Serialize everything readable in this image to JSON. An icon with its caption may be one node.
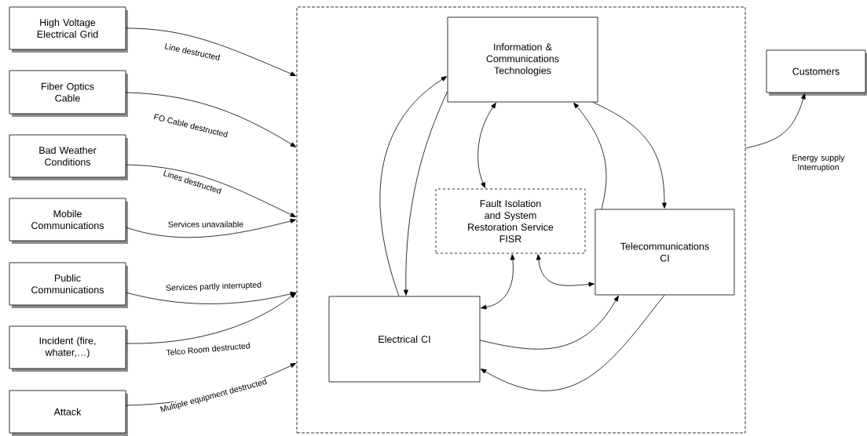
{
  "diagram": {
    "nodes": [
      {
        "text": [
          "High Voltage Electrical Grid"
        ]
      },
      {
        "text": [
          "Fiber Optics Cable"
        ]
      },
      {
        "text": [
          "Bad Weather Conditions"
        ]
      },
      {
        "text": [
          "Mobile Communications"
        ]
      },
      {
        "text": [
          "Public Communications"
        ]
      },
      {
        "text": [
          "Incident (fire, whater,…)"
        ]
      },
      {
        "text": [
          "Attack"
        ]
      },
      {
        "text": [],
        "shape": "box"
      },
      {
        "text": [
          "Information & Communications Technologies"
        ],
        "in": 7
      },
      {
        "text": [
          "Fault Isolation and System Restoration Service",
          "FISR"
        ],
        "in": 7
      },
      {
        "text": [
          "Telecommunications CI"
        ],
        "in": 7
      },
      {
        "text": [
          "Electrical CI"
        ],
        "in": 7
      },
      {
        "text": [
          "Customers"
        ]
      }
    ],
    "edges": [
      {
        "from": 0,
        "to": 7,
        "arrow": "to",
        "label": "Line destructed"
      },
      {
        "from": 1,
        "to": 7,
        "arrow": "to",
        "label": "FO Cable destructed"
      },
      {
        "from": 2,
        "to": 7,
        "arrow": "to",
        "label": "Lines destructed"
      },
      {
        "from": 3,
        "to": 7,
        "arrow": "to",
        "label": "Services unavailable"
      },
      {
        "from": 4,
        "to": 7,
        "arrow": "to",
        "label": "Services partly interrupted"
      },
      {
        "from": 5,
        "to": 7,
        "arrow": "to",
        "label": "Telco Room destructed"
      },
      {
        "from": 6,
        "to": 7,
        "arrow": "to",
        "label": "Multiple equipment destructed"
      },
      {
        "from": 7,
        "to": 12,
        "arrow": "to",
        "label": "Energy supply Interruption"
      },
      {
        "from": 11,
        "to": 8,
        "arrow": "to"
      },
      {
        "from": 8,
        "to": 11,
        "arrow": "to"
      },
      {
        "from": 8,
        "to": 9,
        "arrow": "both"
      },
      {
        "from": 9,
        "to": 11,
        "arrow": "both"
      },
      {
        "from": 9,
        "to": 10,
        "arrow": "both"
      },
      {
        "from": 10,
        "to": 8,
        "arrow": "to"
      },
      {
        "from": 8,
        "to": 10,
        "arrow": "to"
      },
      {
        "from": 11,
        "to": 10,
        "arrow": "to"
      },
      {
        "from": 10,
        "to": 11,
        "arrow": "to"
      }
    ]
  }
}
